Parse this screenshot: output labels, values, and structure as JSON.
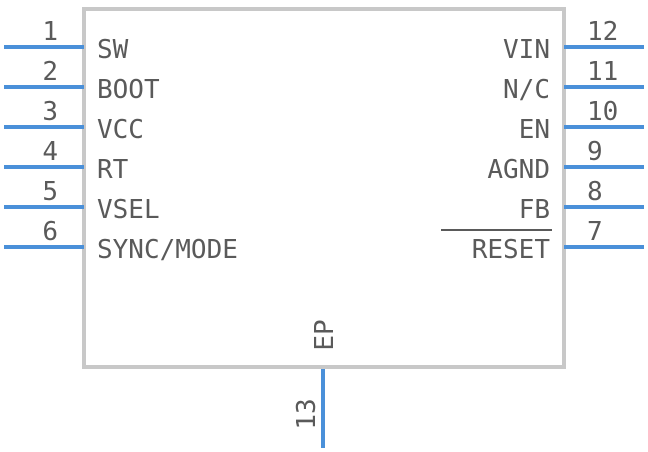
{
  "component": {
    "body_color": "#c8c8c8",
    "pin_color": "#4a90d9",
    "text_color": "#5a5a5a"
  },
  "left_pins": [
    {
      "number": "1",
      "name": "SW"
    },
    {
      "number": "2",
      "name": "BOOT"
    },
    {
      "number": "3",
      "name": "VCC"
    },
    {
      "number": "4",
      "name": "RT"
    },
    {
      "number": "5",
      "name": "VSEL"
    },
    {
      "number": "6",
      "name": "SYNC/MODE"
    }
  ],
  "right_pins": [
    {
      "number": "12",
      "name": "VIN",
      "overbar": false
    },
    {
      "number": "11",
      "name": "N/C",
      "overbar": false
    },
    {
      "number": "10",
      "name": "EN",
      "overbar": false
    },
    {
      "number": "9",
      "name": "AGND",
      "overbar": false
    },
    {
      "number": "8",
      "name": "FB",
      "overbar": false
    },
    {
      "number": "7",
      "name": "RESET",
      "overbar": true
    }
  ],
  "bottom_pin": {
    "number": "13",
    "name": "EP"
  }
}
